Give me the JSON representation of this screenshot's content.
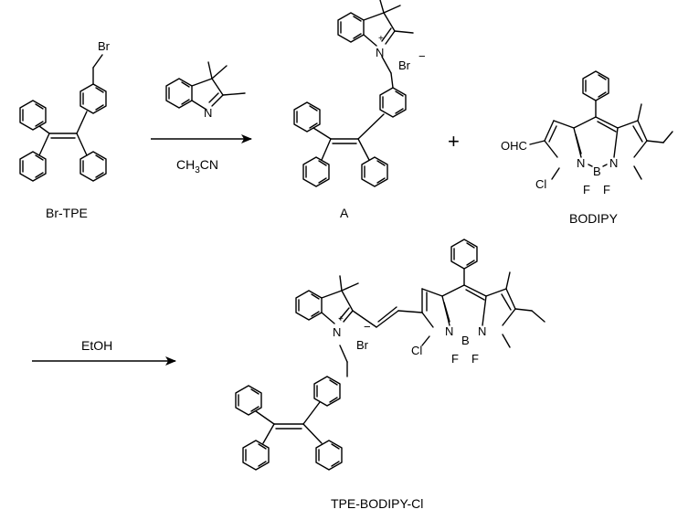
{
  "reactants": {
    "br_tpe": {
      "caption": "Br-TPE",
      "br_label": "Br"
    },
    "indolenine": {
      "n_label": "N"
    }
  },
  "arrows": {
    "step1": {
      "reagent": "CH3CN",
      "reagent_base": "CH",
      "reagent_sub": "3",
      "reagent_tail": "CN"
    },
    "step2": {
      "reagent": "EtOH"
    }
  },
  "intermediate_a": {
    "caption": "A",
    "n_label": "N",
    "plus_charge": "+",
    "counterion": "Br",
    "minus_charge": "−"
  },
  "plus_sign": "+",
  "bodipy": {
    "caption": "BODIPY",
    "aldehyde": "OHC",
    "chlorine": "Cl",
    "n_left": "N",
    "n_right": "N",
    "boron": "B",
    "fluorine_1": "F",
    "fluorine_2": "F"
  },
  "product": {
    "caption": "TPE-BODIPY-Cl",
    "n_indole": "N",
    "plus_charge": "+",
    "counterion": "Br",
    "minus_charge": "−",
    "chlorine": "Cl",
    "n_left": "N",
    "n_right": "N",
    "boron": "B",
    "fluorine_1": "F",
    "fluorine_2": "F"
  }
}
